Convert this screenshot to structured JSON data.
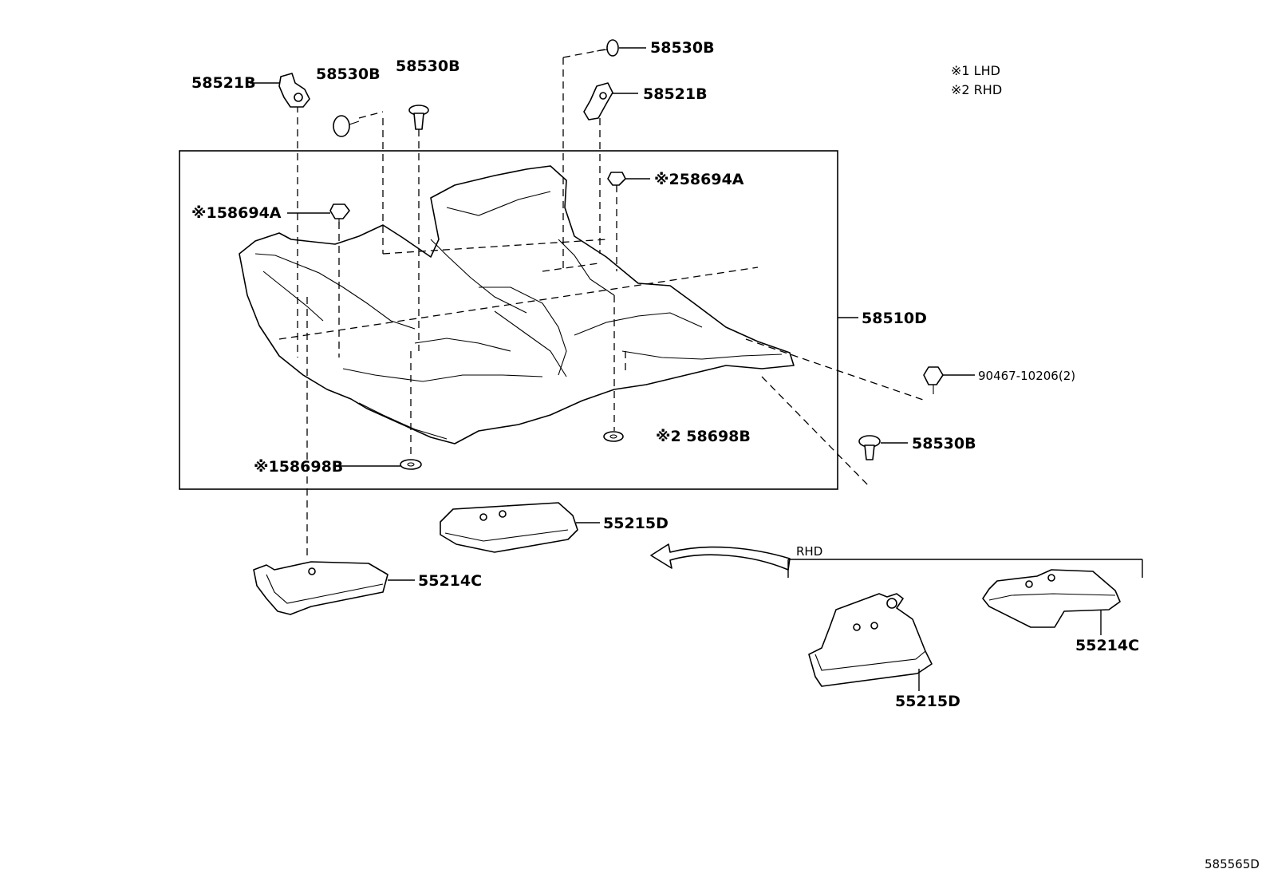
{
  "notes": {
    "lhd": "※1 LHD",
    "rhd": "※2 RHD"
  },
  "labels": {
    "p58521b_left": "58521B",
    "p58530b_a": "58530B",
    "p58530b_b": "58530B",
    "p58530b_top": "58530B",
    "p58521b_right": "58521B",
    "p58694a_2": "※258694A",
    "p58694a_1": "※158694A",
    "p58510d": "58510D",
    "p90467": "90467-10206(2)",
    "p58530b_right": "58530B",
    "p58698b_2": "※2 58698B",
    "p58698b_1": "※158698B",
    "p55215d_main": "55215D",
    "p55214c_main": "55214C",
    "rhd_group": "RHD",
    "p55214c_rhd": "55214C",
    "p55215d_rhd": "55215D"
  },
  "diagram_id": "585565D"
}
